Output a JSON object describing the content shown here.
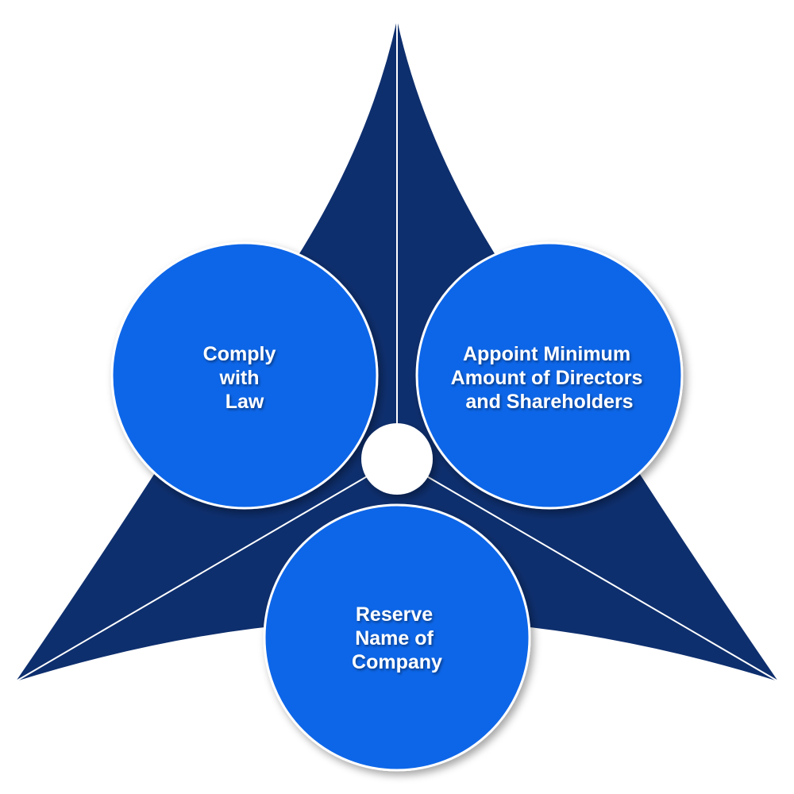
{
  "colors": {
    "star": "#0e2f6e",
    "circle": "#1166e8",
    "divider": "#ffffff",
    "hub": "#ffffff"
  },
  "nodes": [
    {
      "id": "comply-with-law",
      "lines": [
        "Comply",
        "with",
        "Law"
      ]
    },
    {
      "id": "appoint-directors",
      "lines": [
        "Appoint Minimum",
        "Amount of Directors",
        "and Shareholders"
      ]
    },
    {
      "id": "reserve-name",
      "lines": [
        "Reserve",
        "Name of",
        "Company"
      ]
    }
  ]
}
